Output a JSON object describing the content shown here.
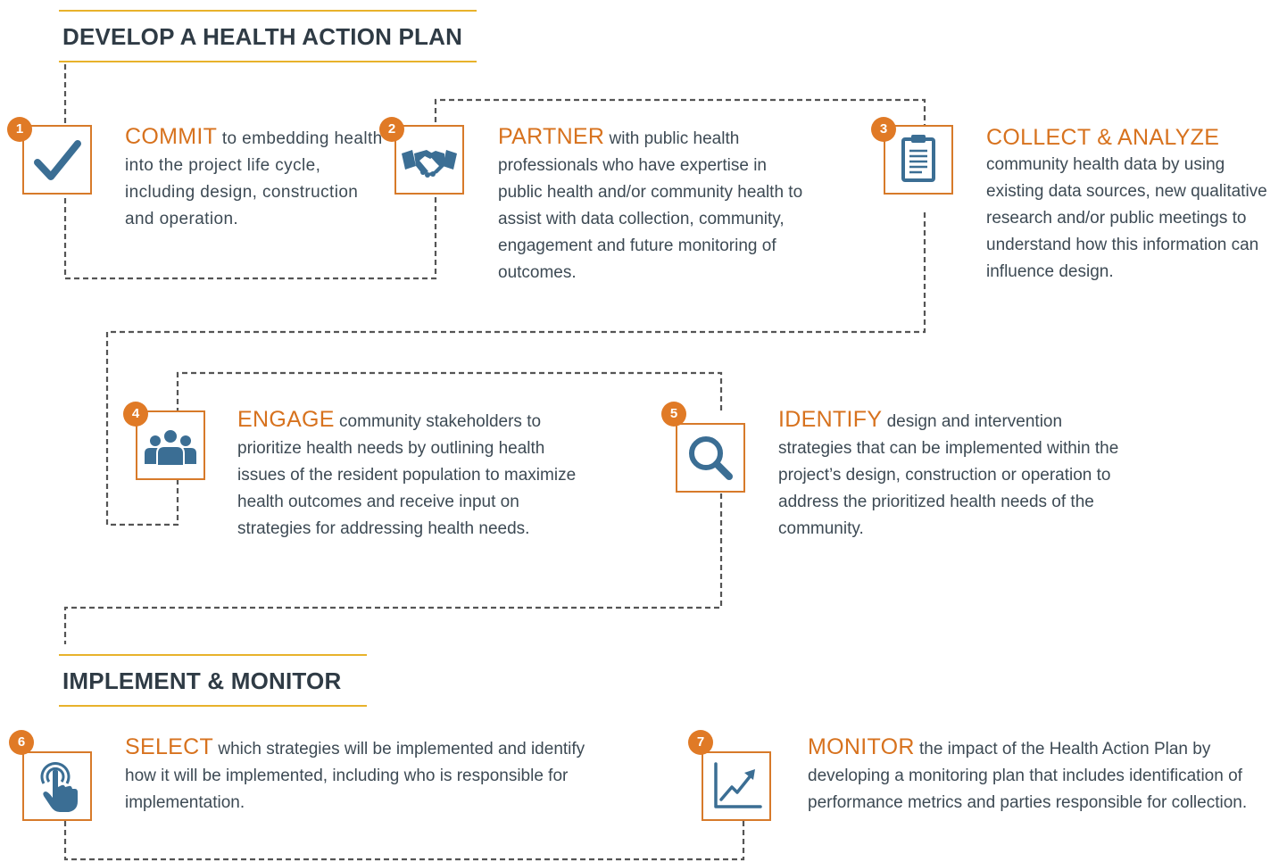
{
  "sections": {
    "develop": "DEVELOP A HEALTH ACTION PLAN",
    "implement": "IMPLEMENT & MONITOR"
  },
  "colors": {
    "accent_orange": "#d7721e",
    "icon_blue": "#3b6e94",
    "rule_gold": "#e8b22b",
    "connector_gray": "#555555"
  },
  "steps": [
    {
      "number": "1",
      "keyword": "COMMIT",
      "text": " to embedding health into the project life cycle, including design, construction and operation.",
      "icon": "checkmark-icon"
    },
    {
      "number": "2",
      "keyword": "PARTNER",
      "text": " with public health professionals who have expertise in public health and/or community health to assist with data collection, community, engagement and future monitoring of outcomes.",
      "icon": "handshake-icon"
    },
    {
      "number": "3",
      "keyword": "COLLECT & ANALYZE",
      "text": "community health data by using existing data sources, new qualitative research and/or public meetings to understand how this information can influence design.",
      "icon": "clipboard-icon"
    },
    {
      "number": "4",
      "keyword": "ENGAGE",
      "text": " community stakeholders to prioritize health needs by outlining health issues of the resident population to maximize health outcomes and receive input on strategies for addressing health needs.",
      "icon": "people-group-icon"
    },
    {
      "number": "5",
      "keyword": "IDENTIFY",
      "text": " design and intervention strategies that can be implemented within the project’s design, construction or operation to address the prioritized health needs of the community.",
      "icon": "magnifier-icon"
    },
    {
      "number": "6",
      "keyword": "SELECT",
      "text": " which strategies will be implemented and identify how it will be implemented, including who is responsible for implementation.",
      "icon": "touch-hand-icon"
    },
    {
      "number": "7",
      "keyword": "MONITOR",
      "text": " the impact of the Health Action Plan by developing a monitoring plan that includes identification of performance metrics and parties responsible for collection.",
      "icon": "trend-chart-icon"
    }
  ]
}
